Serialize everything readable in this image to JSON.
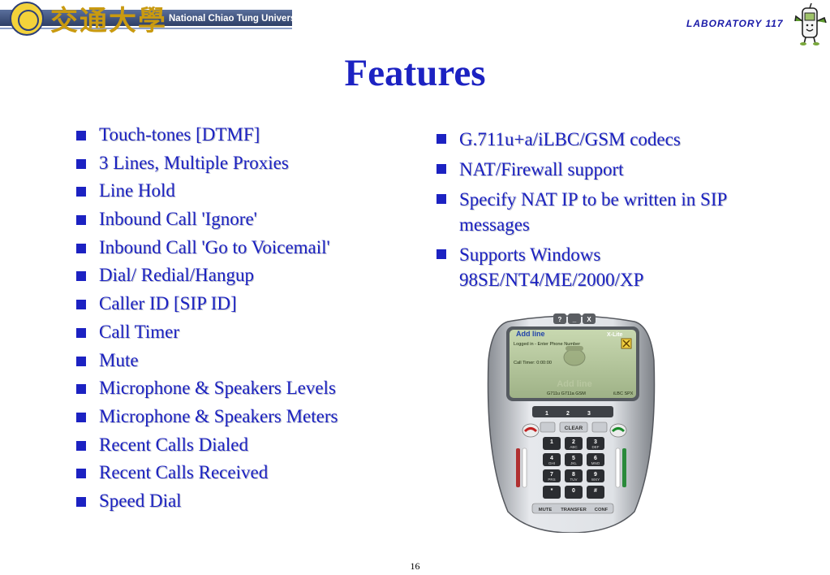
{
  "header": {
    "university_name": "National Chiao Tung University",
    "lab_label": "LABORATORY 117"
  },
  "slide": {
    "title": "Features",
    "page_number": "16"
  },
  "left_features": [
    "Touch-tones [DTMF]",
    "3 Lines, Multiple Proxies",
    "Line Hold",
    "Inbound Call 'Ignore'",
    "Inbound Call 'Go to Voicemail'",
    "Dial/ Redial/Hangup",
    "Caller ID [SIP ID]",
    "Call Timer",
    "Mute",
    "Microphone & Speakers Levels",
    "Microphone & Speakers Meters",
    "Recent Calls Dialed",
    "Recent Calls Received",
    "Speed Dial"
  ],
  "right_features": [
    "G.711u+a/iLBC/GSM codecs",
    "NAT/Firewall support",
    "Specify NAT IP to be written in SIP messages",
    "Supports Windows 98SE/NT4/ME/2000/XP"
  ],
  "phone": {
    "brand": "Add line",
    "model": "X-Lite",
    "status": "Logged in - Enter Phone Number",
    "timer": "Call Timer: 0:00:00",
    "watermark": "Add line",
    "codecs": "G711u G711a GSM",
    "codecs2": "iLBC SPX",
    "line_keys": [
      "1",
      "2",
      "3"
    ],
    "clear_label": "CLEAR",
    "keys": [
      {
        "d": "1",
        "l": ""
      },
      {
        "d": "2",
        "l": "ABC"
      },
      {
        "d": "3",
        "l": "DEF"
      },
      {
        "d": "4",
        "l": "GHI"
      },
      {
        "d": "5",
        "l": "JKL"
      },
      {
        "d": "6",
        "l": "MNO"
      },
      {
        "d": "7",
        "l": "PRS"
      },
      {
        "d": "8",
        "l": "TUV"
      },
      {
        "d": "9",
        "l": "WXY"
      },
      {
        "d": "*",
        "l": ""
      },
      {
        "d": "0",
        "l": ""
      },
      {
        "d": "#",
        "l": ""
      }
    ],
    "bottom_buttons": [
      "MUTE",
      "TRANSFER",
      "CONF"
    ],
    "window_controls": [
      "?",
      "_",
      "X"
    ]
  },
  "colors": {
    "text_blue": "#1c22c2",
    "lab_blue": "#1a1aa8"
  }
}
